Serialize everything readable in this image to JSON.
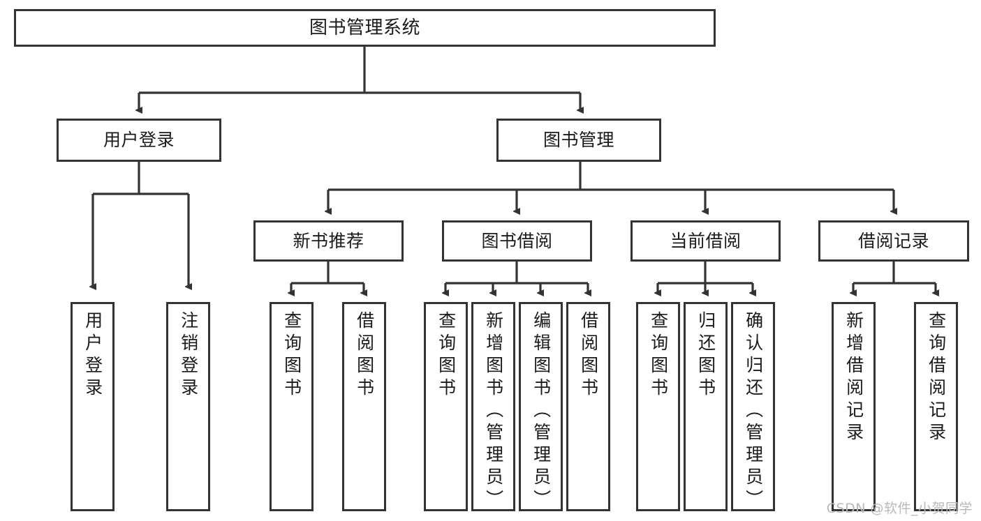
{
  "diagram": {
    "type": "tree-hierarchy",
    "title": "图书管理系统",
    "background_color": "#ffffff",
    "line_color": "#333333",
    "box_border_color": "#333333",
    "text_color": "#1a1a1a"
  },
  "root": {
    "label": "图书管理系统"
  },
  "level2": [
    {
      "label": "用户登录"
    },
    {
      "label": "图书管理"
    }
  ],
  "level3": [
    {
      "label": "新书推荐"
    },
    {
      "label": "图书借阅"
    },
    {
      "label": "当前借阅"
    },
    {
      "label": "借阅记录"
    }
  ],
  "leaves": [
    {
      "label": "用户登录",
      "parent": "用户登录"
    },
    {
      "label": "注销登录",
      "parent": "用户登录"
    },
    {
      "label": "查询图书",
      "parent": "新书推荐"
    },
    {
      "label": "借阅图书",
      "parent": "新书推荐"
    },
    {
      "label": "查询图书",
      "parent": "图书借阅"
    },
    {
      "label": "新增图书（管理员）",
      "parent": "图书借阅"
    },
    {
      "label": "编辑图书（管理员）",
      "parent": "图书借阅"
    },
    {
      "label": "借阅图书",
      "parent": "图书借阅"
    },
    {
      "label": "查询图书",
      "parent": "当前借阅"
    },
    {
      "label": "归还图书",
      "parent": "当前借阅"
    },
    {
      "label": "确认归还（管理员）",
      "parent": "当前借阅"
    },
    {
      "label": "新增借阅记录",
      "parent": "借阅记录"
    },
    {
      "label": "查询借阅记录",
      "parent": "借阅记录"
    }
  ],
  "watermark": {
    "text": "CSDN @软件_小贺同学"
  }
}
